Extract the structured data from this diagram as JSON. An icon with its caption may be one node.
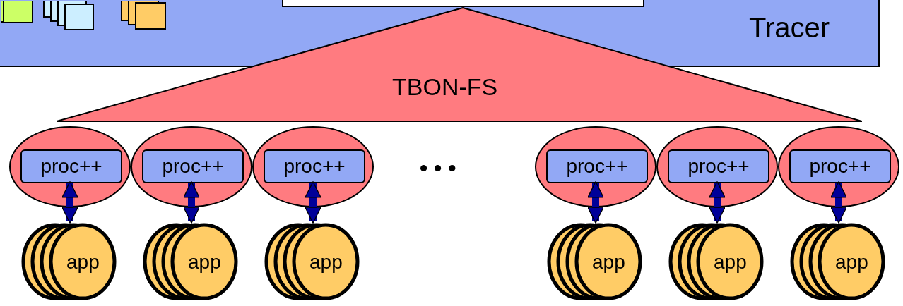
{
  "diagram": {
    "nodes": [
      {
        "text": [
          "Tracer"
        ]
      },
      {
        "text": [],
        "shape": "box",
        "in": 0
      },
      {
        "text": [
          "TBON-FS"
        ]
      },
      {
        "text": [],
        "shape": "ellipse"
      },
      {
        "text": [
          "proc++"
        ],
        "in": 3
      },
      {
        "text": [],
        "shape": "ellipse"
      },
      {
        "text": [
          "proc++"
        ],
        "in": 5
      },
      {
        "text": [],
        "shape": "ellipse"
      },
      {
        "text": [
          "proc++"
        ],
        "in": 7
      },
      {
        "text": [],
        "shape": "ellipse"
      },
      {
        "text": [
          "proc++"
        ],
        "in": 9
      },
      {
        "text": [],
        "shape": "ellipse"
      },
      {
        "text": [
          "proc++"
        ],
        "in": 11
      },
      {
        "text": [],
        "shape": "ellipse"
      },
      {
        "text": [
          "proc++"
        ],
        "in": 13
      },
      {
        "text": [
          "app"
        ]
      },
      {
        "text": [
          "app"
        ]
      },
      {
        "text": [
          "app"
        ]
      },
      {
        "text": [
          "app"
        ]
      },
      {
        "text": [
          "app"
        ]
      },
      {
        "text": [
          "app"
        ]
      }
    ],
    "edges": [
      {
        "from": 4,
        "to": 15,
        "arrow": "both"
      },
      {
        "from": 6,
        "to": 16,
        "arrow": "both"
      },
      {
        "from": 8,
        "to": 17,
        "arrow": "both"
      },
      {
        "from": 10,
        "to": 18,
        "arrow": "both"
      },
      {
        "from": 12,
        "to": 19,
        "arrow": "both"
      },
      {
        "from": 14,
        "to": 20,
        "arrow": "both"
      }
    ],
    "labels": [
      "• • •"
    ]
  }
}
